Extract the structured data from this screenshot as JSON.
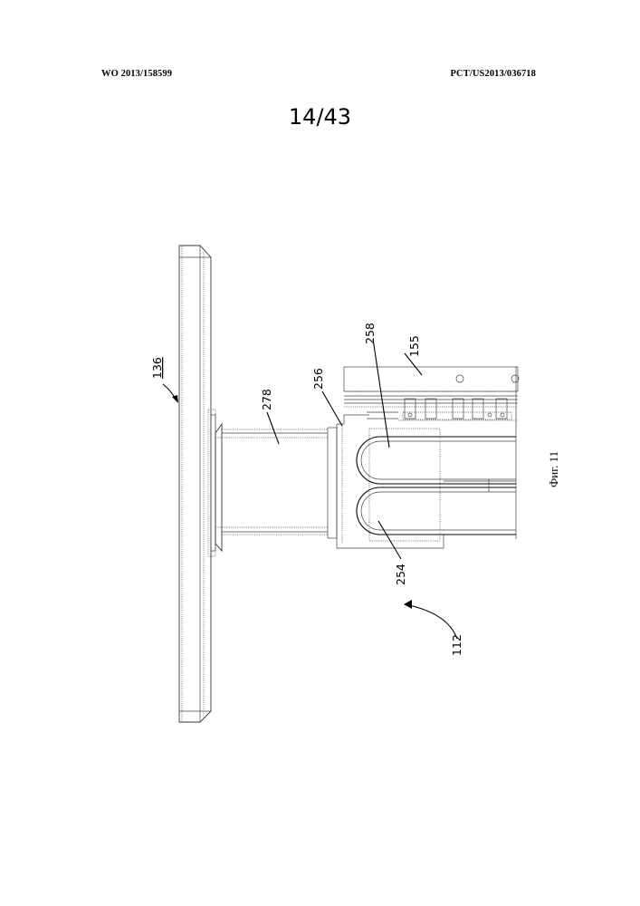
{
  "header": {
    "left": "WO 2013/158599",
    "right": "PCT/US2013/036718"
  },
  "page_number": "14/43",
  "figure_caption": "Фиг. 11",
  "reference_labels": {
    "plate": "136",
    "column": "278",
    "bracket": "256",
    "loop_upper": "258",
    "rail": "155",
    "loop_lower": "254",
    "assembly": "112"
  }
}
